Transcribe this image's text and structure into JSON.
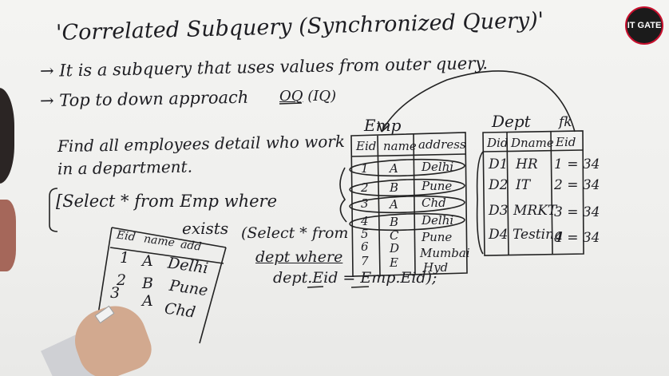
{
  "board": {
    "title": "'Correlated Subquery (Synchronized Query)'",
    "bullet1": "→ It is a subquery that uses values from outer query.",
    "bullet2": "→ Top to down approach",
    "oq": "OQ",
    "iq": "(IQ)",
    "question_line1": "Find all employees detail who work",
    "question_line2": "in a department.",
    "query_line1": "[Select * from Emp where",
    "query_line2": "exists",
    "query_line3": "(Select * from",
    "query_line4": "dept where",
    "query_line5": "dept.Eid = Emp.Eid);"
  },
  "emp_table": {
    "caption": "Emp",
    "headers": [
      "Eid",
      "name",
      "address"
    ],
    "rows": [
      [
        "1",
        "A",
        "Delhi"
      ],
      [
        "2",
        "B",
        "Pune"
      ],
      [
        "3",
        "A",
        "Chd"
      ],
      [
        "4",
        "B",
        "Delhi"
      ],
      [
        "5",
        "C",
        "Pune"
      ],
      [
        "6",
        "D",
        "Mumbai"
      ],
      [
        "7",
        "E",
        "Hyd"
      ]
    ]
  },
  "dept_table": {
    "caption": "Dept",
    "fk_label": "fk",
    "headers": [
      "Did",
      "Dname",
      "Eid"
    ],
    "rows": [
      [
        "D1",
        "HR",
        "1 = 34"
      ],
      [
        "D2",
        "IT",
        "2 = 34"
      ],
      [
        "D3",
        "MRKT",
        "3 = 34"
      ],
      [
        "D4",
        "Testing",
        "4 = 34"
      ]
    ]
  },
  "result_table": {
    "headers": [
      "Eid",
      "name",
      "add"
    ],
    "rows": [
      [
        "1",
        "A",
        "Delhi"
      ],
      [
        "2",
        "B",
        "Pune"
      ],
      [
        "3",
        "A",
        "Chd"
      ]
    ]
  },
  "logo": {
    "text": "IT GATE"
  }
}
